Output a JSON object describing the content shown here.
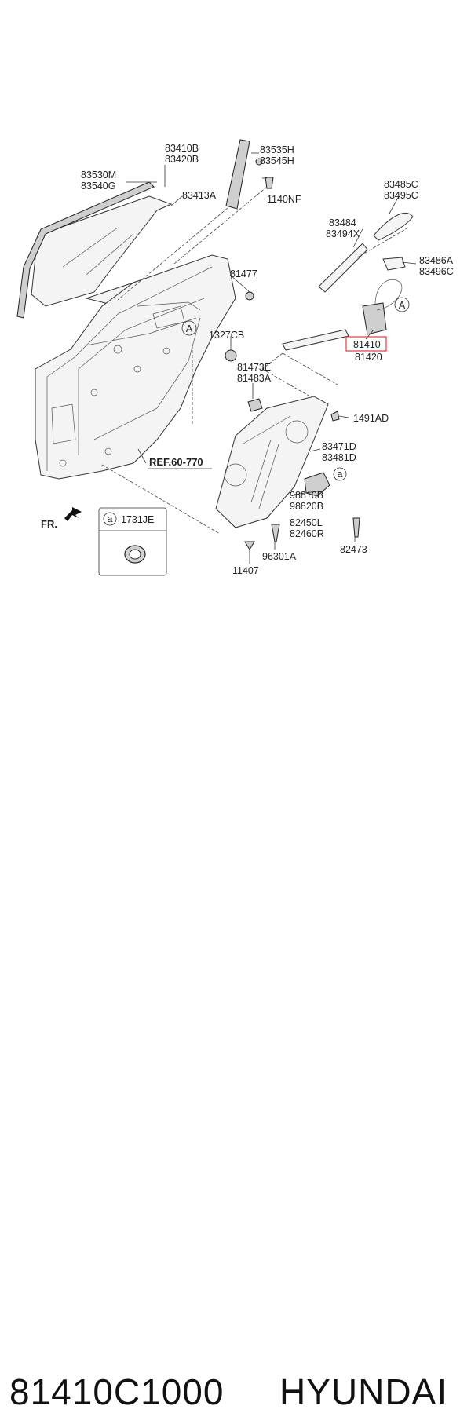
{
  "labels": {
    "p83410B": "83410B",
    "p83420B": "83420B",
    "p83530M": "83530M",
    "p83540G": "83540G",
    "p83413A": "83413A",
    "p83535H": "83535H",
    "p83545H": "83545H",
    "p1140NF": "1140NF",
    "p83485C": "83485C",
    "p83495C": "83495C",
    "p83484": "83484",
    "p83494X": "83494X",
    "p83486A": "83486A",
    "p83496C": "83496C",
    "p81477": "81477",
    "p1327CB": "1327CB",
    "p81410": "81410",
    "p81420": "81420",
    "p81473E": "81473E",
    "p81483A": "81483A",
    "p1491AD": "1491AD",
    "p83471D": "83471D",
    "p83481D": "83481D",
    "p98810B": "98810B",
    "p98820B": "98820B",
    "p82450L": "82450L",
    "p82460R": "82460R",
    "p82473": "82473",
    "p96301A": "96301A",
    "p11407": "11407",
    "ref": "REF.60-770",
    "fr": "FR.",
    "callout_a": "A",
    "callout_lower_a": "a",
    "legend_part": "1731JE"
  },
  "highlight_color": "#e8383d",
  "caption": {
    "part_number": "81410C1000",
    "brand": "HYUNDAI"
  }
}
